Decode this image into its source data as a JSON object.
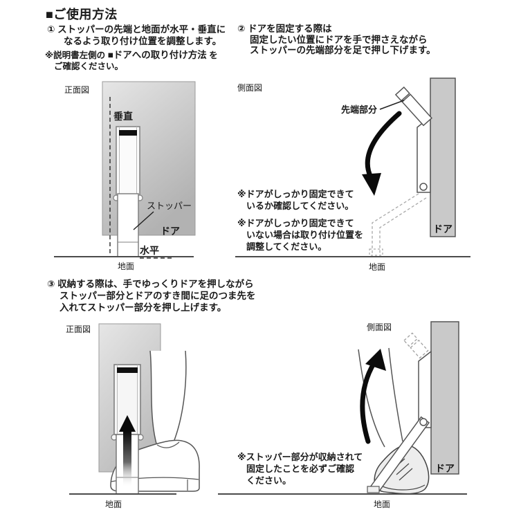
{
  "header": {
    "title": "■ご使用方法"
  },
  "steps": {
    "one": {
      "l1": "① ストッパーの先端と地面が水平・垂直に",
      "l2": "なるよう取り付け位置を調整します。"
    },
    "one_note": {
      "prefix": "※説明書左側の ",
      "bold": "■ドアへの取り付け方法",
      "suffix": " を",
      "l2": "ご確認ください。"
    },
    "two": {
      "l1": "② ドアを固定する際は",
      "l2": "固定したい位置にドアを手で押さえながら",
      "l3": "ストッパーの先端部分を足で押し下げます。"
    },
    "three": {
      "l1": "③ 収納する際は、手でゆっくりドアを押しながら",
      "l2": "ストッパー部分とドアのすき間に足のつま先を",
      "l3": "入れてストッパー部分を押し上げます。"
    }
  },
  "diagrams": {
    "top_left": {
      "view": "正面図",
      "vertical": "垂直",
      "stopper": "ストッパー",
      "door": "ドア",
      "horizontal": "水平",
      "ground": "地面"
    },
    "top_right": {
      "view": "側面図",
      "tip": "先端部分",
      "door": "ドア",
      "ground": "地面",
      "note1_l1": "※ドアがしっかり固定できて",
      "note1_l2": "いるか確認してください。",
      "note2_l1": "※ドアがしっかり固定できて",
      "note2_l2": "いない場合は取り付け位置を",
      "note2_l3": "調整してください。"
    },
    "bottom_left": {
      "view": "正面図",
      "ground": "地面"
    },
    "bottom_right": {
      "view": "側面図",
      "door": "ドア",
      "ground": "地面",
      "note_l1": "※ストッパー部分が収納されて",
      "note_l2": "固定したことを必ずご確認",
      "note_l3": "ください。"
    }
  },
  "colors": {
    "door_gray": "#c9c9c9",
    "door_light": "#e4e4e4",
    "door_dark": "#b2b2b2",
    "line": "#555555",
    "arrow": "#0b0b0b",
    "text": "#1a1a1a"
  }
}
